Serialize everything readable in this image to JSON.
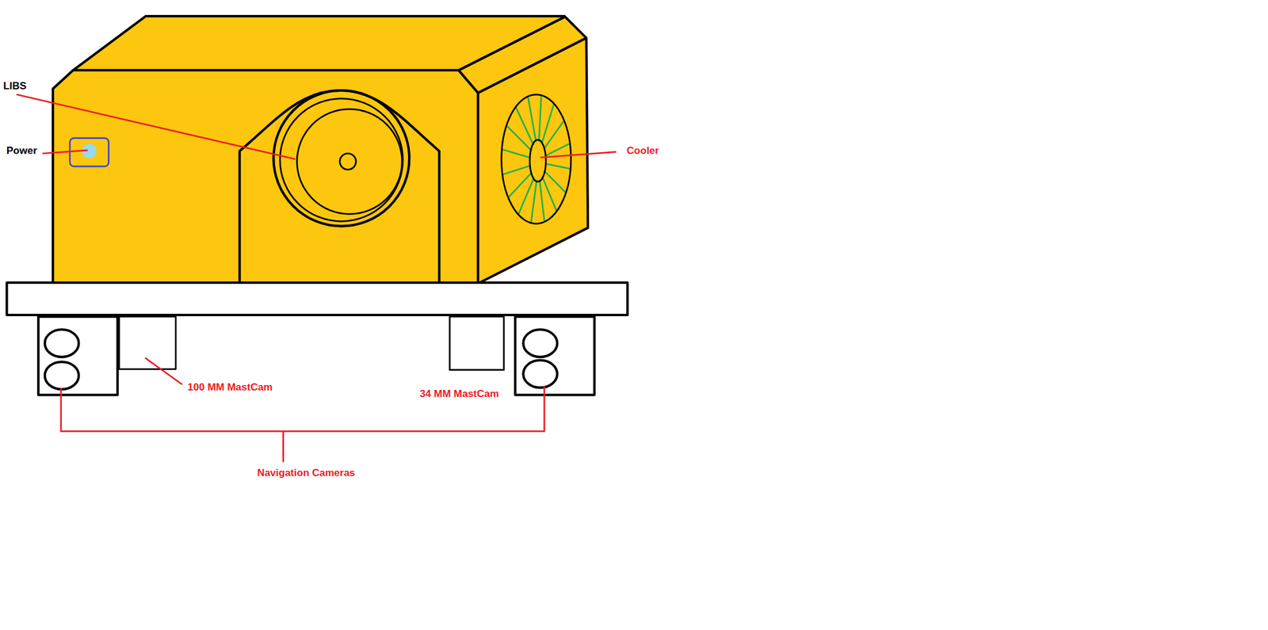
{
  "diagram": {
    "labels": [
      "LIBS",
      "Power",
      "Cooler",
      "100 MM MastCam",
      "34 MM MastCam",
      "Navigation Cameras"
    ]
  }
}
